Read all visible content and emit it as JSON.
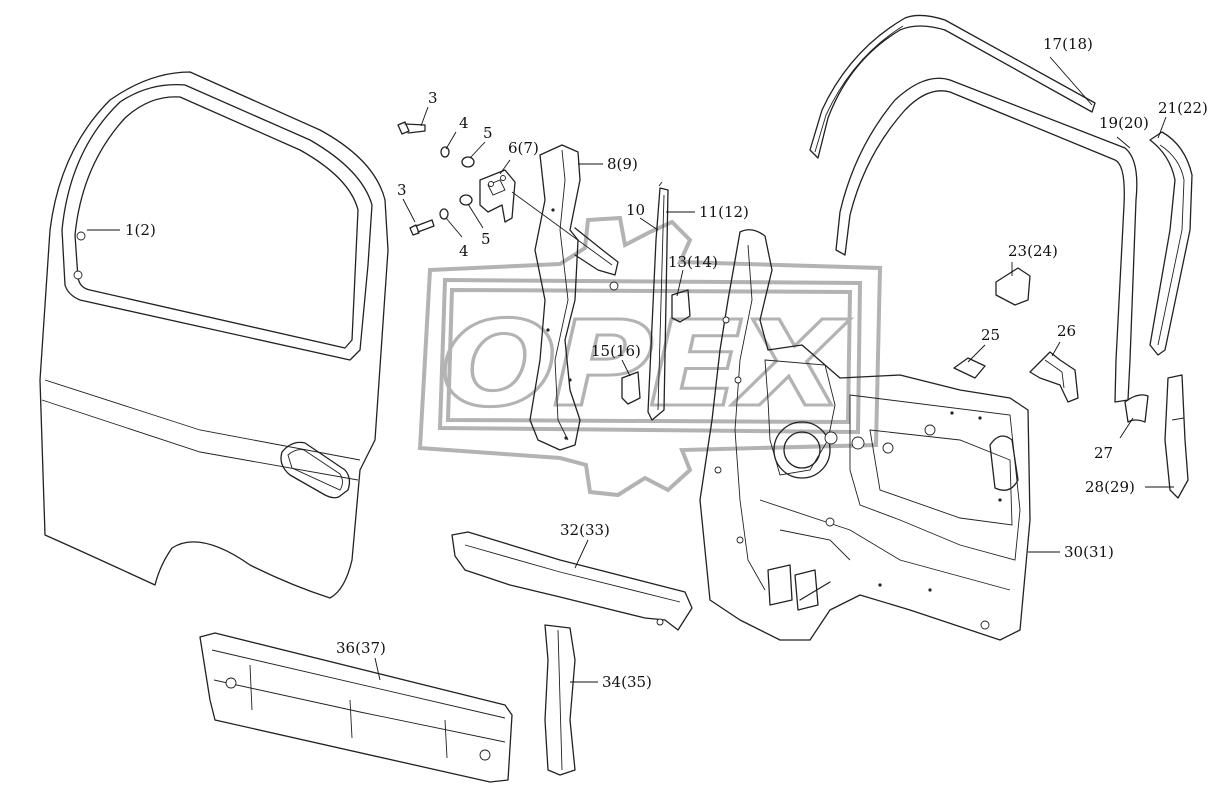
{
  "watermark": {
    "text": "OPEX"
  },
  "callouts": [
    {
      "id": "c1",
      "text": "1(2)"
    },
    {
      "id": "c3a",
      "text": "3"
    },
    {
      "id": "c4a",
      "text": "4"
    },
    {
      "id": "c5a",
      "text": "5"
    },
    {
      "id": "c6",
      "text": "6(7)"
    },
    {
      "id": "c3b",
      "text": "3"
    },
    {
      "id": "c4b",
      "text": "4"
    },
    {
      "id": "c5b",
      "text": "5"
    },
    {
      "id": "c8",
      "text": "8(9)"
    },
    {
      "id": "c10",
      "text": "10"
    },
    {
      "id": "c11",
      "text": "11(12)"
    },
    {
      "id": "c13",
      "text": "13(14)"
    },
    {
      "id": "c15",
      "text": "15(16)"
    },
    {
      "id": "c17",
      "text": "17(18)"
    },
    {
      "id": "c19",
      "text": "19(20)"
    },
    {
      "id": "c21",
      "text": "21(22)"
    },
    {
      "id": "c23",
      "text": "23(24)"
    },
    {
      "id": "c25",
      "text": "25"
    },
    {
      "id": "c26",
      "text": "26"
    },
    {
      "id": "c27",
      "text": "27"
    },
    {
      "id": "c28",
      "text": "28(29)"
    },
    {
      "id": "c30",
      "text": "30(31)"
    },
    {
      "id": "c32",
      "text": "32(33)"
    },
    {
      "id": "c34",
      "text": "34(35)"
    },
    {
      "id": "c36",
      "text": "36(37)"
    }
  ]
}
